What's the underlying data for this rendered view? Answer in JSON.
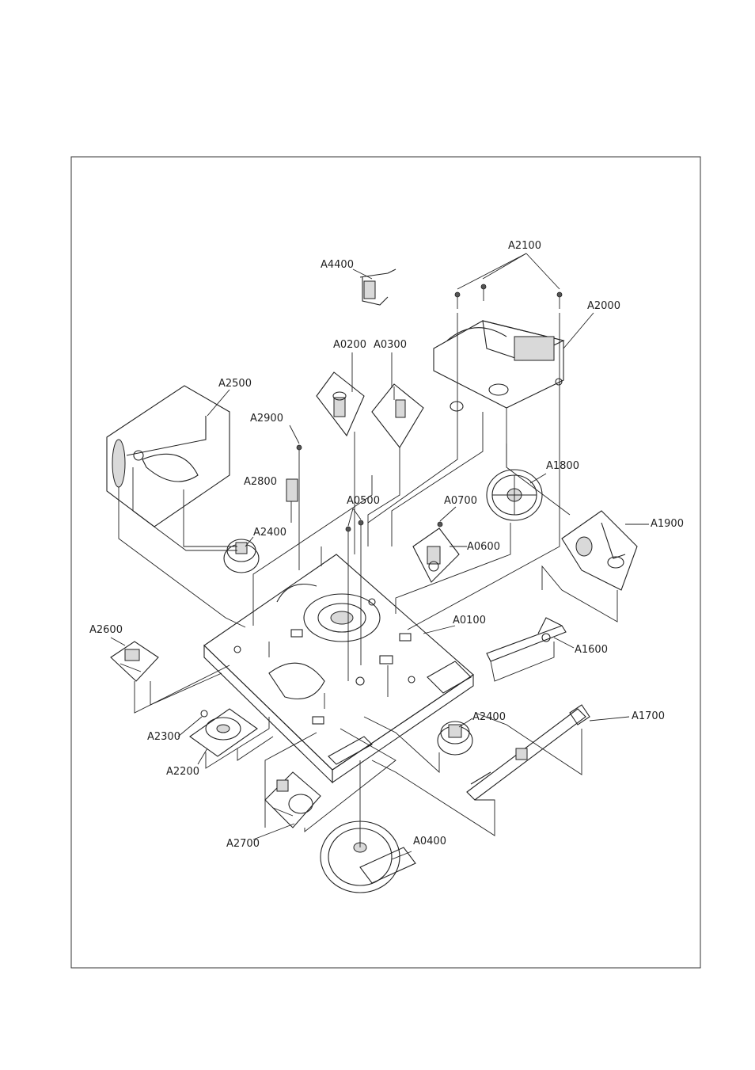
{
  "labels": {
    "A4400": "A4400",
    "A2100": "A2100",
    "A2000": "A2000",
    "A0200": "A0200",
    "A0300": "A0300",
    "A2500": "A2500",
    "A2900": "A2900",
    "A2800": "A2800",
    "A1800": "A1800",
    "A0500": "A0500",
    "A0700": "A0700",
    "A2400_top": "A2400",
    "A0600": "A0600",
    "A1900": "A1900",
    "A2600": "A2600",
    "A0100": "A0100",
    "A1600": "A1600",
    "A2400_bottom": "A2400",
    "A1700": "A1700",
    "A2300": "A2300",
    "A2200": "A2200",
    "A2700": "A2700",
    "A0400": "A0400"
  },
  "colors": {
    "line": "#222222",
    "fill": "#d9d9d9",
    "frame": "#333333"
  }
}
